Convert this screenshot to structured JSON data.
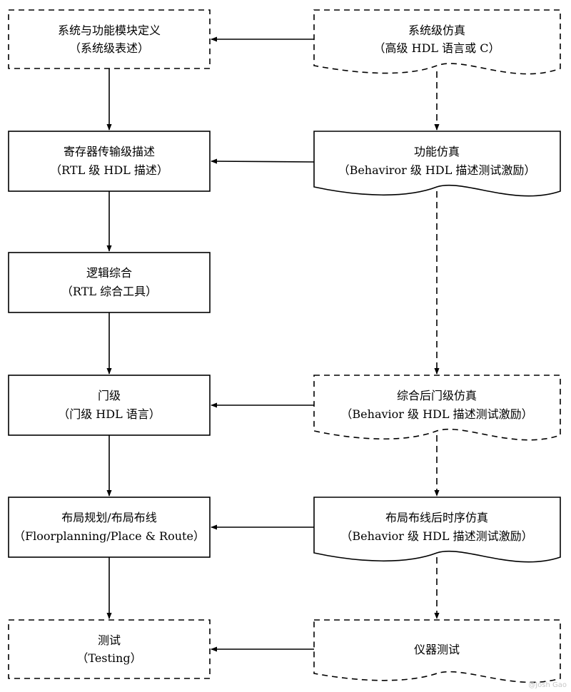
{
  "nodes": {
    "sys_def": {
      "line1": "系统与功能模块定义",
      "line2": "（系统级表述）"
    },
    "sys_sim": {
      "line1": "系统级仿真",
      "line2": "（高级 HDL 语言或 C）"
    },
    "rtl": {
      "line1": "寄存器传输级描述",
      "line2": "（RTL 级 HDL 描述）"
    },
    "func_sim": {
      "line1": "功能仿真",
      "line2": "（Behaviror 级 HDL 描述测试激励）"
    },
    "synth": {
      "line1": "逻辑综合",
      "line2": "（RTL 综合工具）"
    },
    "gate": {
      "line1": "门级",
      "line2": "（门级 HDL 语言）"
    },
    "gate_sim": {
      "line1": "综合后门级仿真",
      "line2": "（Behavior 级 HDL 描述测试激励）"
    },
    "pnr": {
      "line1": "布局规划/布局布线",
      "line2": "（Floorplanning/Place & Route）"
    },
    "timing_sim": {
      "line1": "布局布线后时序仿真",
      "line2": "（Behavior 级 HDL 描述测试激励）"
    },
    "test": {
      "line1": "测试",
      "line2": "（Testing）"
    },
    "inst_test": {
      "line1": "仪器测试"
    }
  },
  "watermark": "@Josh Gao"
}
